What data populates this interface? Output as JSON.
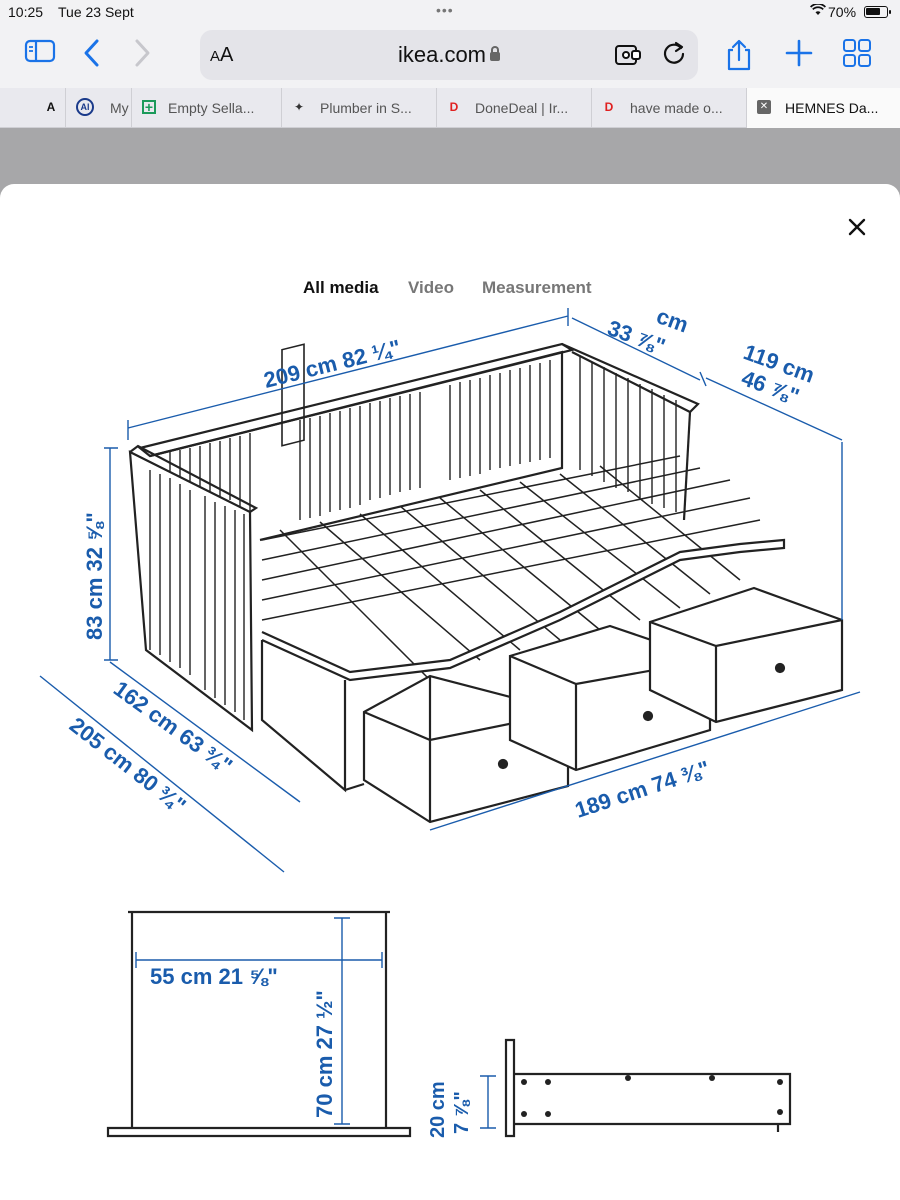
{
  "status": {
    "time": "10:25",
    "date": "Tue 23 Sept",
    "battery": "70%"
  },
  "toolbar": {
    "text_size": "AA",
    "url": "ikea.com"
  },
  "tabs": [
    {
      "icon": "A",
      "label": ""
    },
    {
      "icon": "Al",
      "label": "My"
    },
    {
      "icon": "+",
      "label": "Empty Sella..."
    },
    {
      "icon": "✦",
      "label": "Plumber in S..."
    },
    {
      "icon": "D",
      "label": "DoneDeal | Ir..."
    },
    {
      "icon": "D",
      "label": "have made o..."
    },
    {
      "icon": "✕",
      "label": "HEMNES Da..."
    }
  ],
  "media_tabs": {
    "all": "All media",
    "video": "Video",
    "measurement": "Measurement"
  },
  "dimensions": {
    "length_top_cm": "209 cm",
    "length_top_in": "82 ¼\"",
    "back_top": "cm",
    "back_in": "33 ⅞\"",
    "depth_cm": "119 cm",
    "depth_in": "46 ⅞\"",
    "height": "83 cm 32 ⅝\"",
    "width_162": "162 cm 63 ¾\"",
    "width_205": "205 cm 80 ¾\"",
    "front_189": "189 cm 74 ⅜\"",
    "drawer_width": "55 cm 21 ⅝\"",
    "drawer_depth": "70 cm 27 ½\"",
    "drawer_height_cm": "20 cm",
    "drawer_height_in": "7 ⅞\""
  }
}
